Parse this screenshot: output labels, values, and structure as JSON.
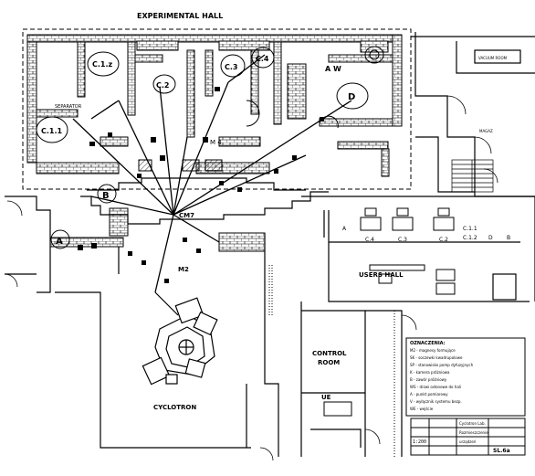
{
  "titles": {
    "experimental_hall": "EXPERIMENTAL HALL",
    "cyclotron": "CYCLOTRON",
    "users_hall": "USERS HALL",
    "control_room_line1": "CONTROL",
    "control_room_line2": "ROOM",
    "vacuum_room": "VACUUM ROOM",
    "magazine": "MAGAZ"
  },
  "areas": {
    "c1z": "C.1.z",
    "c11": "C.1.1",
    "c2": "C.2",
    "c3": "C.3",
    "c4": "C.4",
    "d": "D",
    "a_circle": "A",
    "b_circle": "B",
    "separator": "SEPARATOR",
    "aw": "A W",
    "cm7": "CM7",
    "m4": "M 4",
    "m2": "M2",
    "ue": "UE"
  },
  "users_hall_labels": [
    "A",
    "C.4",
    "C.3",
    "C.2",
    "C.1.1",
    "C.1.2",
    "D",
    "B"
  ],
  "legend": {
    "title": "OZNACZENIA:",
    "rows": [
      "M2 - magnesy formujące",
      "SK - soczewki kwadrupolowe",
      "SP - stanowisko pomp dyfuzyjnych",
      "K - kamera próżniowa",
      "B - zawór próżniowy",
      "WS - drzwi osłonowe do hali",
      "A - punkt pomiarowy",
      "V - wyłącznik systemu bezp.",
      "WE - wejście"
    ]
  },
  "titleblock": {
    "scale": "1:200",
    "sheet": "SL.6a",
    "line1": "Cyclotron Lab.",
    "line2": "Rozmieszczenie",
    "line3": "urządzeń"
  },
  "colors": {
    "ink": "#000000",
    "paper": "#ffffff"
  }
}
